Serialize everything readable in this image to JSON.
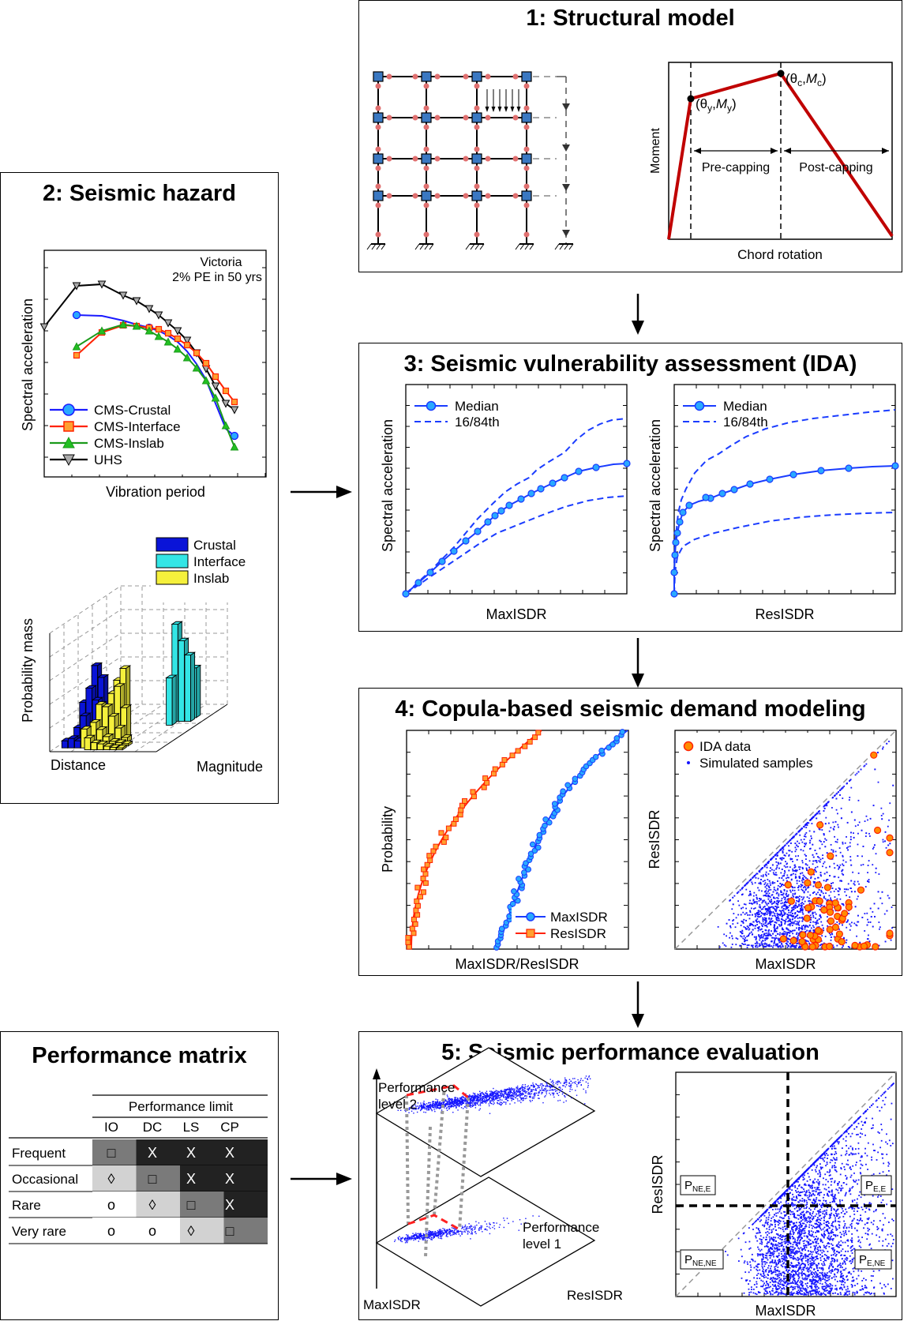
{
  "panel1": {
    "title": "1: Structural model",
    "moment_label": "Moment",
    "rotation_label": "Chord rotation",
    "yield_theta": "θ",
    "yield_theta_sub": "y",
    "yield_M": "M",
    "yield_M_sub": "y",
    "cap_theta": "θ",
    "cap_theta_sub": "c",
    "cap_M": "M",
    "cap_M_sub": "c",
    "pre_capping": "Pre-capping",
    "post_capping": "Post-capping"
  },
  "panel2": {
    "title": "2: Seismic hazard",
    "spectrum_title_1": "Victoria",
    "spectrum_title_2": "2% PE in 50 yrs",
    "ylabel": "Spectral acceleration",
    "xlabel": "Vibration period",
    "legend": [
      "CMS-Crustal",
      "CMS-Interface",
      "CMS-Inslab",
      "UHS"
    ],
    "bar_legend": [
      "Crustal",
      "Interface",
      "Inslab"
    ],
    "bar_zlabel": "Probability mass",
    "bar_xlabel": "Distance",
    "bar_ylabel": "Magnitude"
  },
  "panel3": {
    "title": "3: Seismic vulnerability assessment (IDA)",
    "left_ylabel": "Spectral acceleration",
    "left_xlabel": "MaxISDR",
    "right_ylabel": "Spectral acceleration",
    "right_xlabel": "ResISDR",
    "legend_median": "Median",
    "legend_fractile": "16/84th"
  },
  "panel4": {
    "title": "4: Copula-based seismic demand modeling",
    "left_ylabel": "Probability",
    "left_xlabel": "MaxISDR/ResISDR",
    "legend_max": "MaxISDR",
    "legend_res": "ResISDR",
    "right_ylabel": "ResISDR",
    "right_xlabel": "MaxISDR",
    "legend_ida": "IDA data",
    "legend_sim": "Simulated samples"
  },
  "panel5": {
    "title": "5: Seismic performance evaluation",
    "level2_1": "Performance",
    "level2_2": "level 2",
    "level1_1": "Performance",
    "level1_2": "level 1",
    "axis_max": "MaxISDR",
    "axis_res": "ResISDR",
    "right_ylabel": "ResISDR",
    "right_xlabel": "MaxISDR",
    "p_ne_e": "P",
    "p_ne_e_sub": "NE,E",
    "p_e_e": "P",
    "p_e_e_sub": "E,E",
    "p_ne_ne": "P",
    "p_ne_ne_sub": "NE,NE",
    "p_e_ne": "P",
    "p_e_ne_sub": "E,NE"
  },
  "matrix": {
    "title": "Performance matrix",
    "limit_header": "Performance limit",
    "columns": [
      "IO",
      "DC",
      "LS",
      "CP"
    ],
    "rows": [
      {
        "label": "Frequent",
        "cells": [
          "□",
          "X",
          "X",
          "X"
        ]
      },
      {
        "label": "Occasional",
        "cells": [
          "◊",
          "□",
          "X",
          "X"
        ]
      },
      {
        "label": "Rare",
        "cells": [
          "o",
          "◊",
          "□",
          "X"
        ]
      },
      {
        "label": "Very rare",
        "cells": [
          "o",
          "o",
          "◊",
          "□"
        ]
      }
    ]
  },
  "colors": {
    "crustal": "#1a1aff",
    "interface": "#ff2200",
    "inslab": "#1a9a1a",
    "uhs": "#000000",
    "backbone": "#c00000",
    "bar_crustal": "#0a14d8",
    "bar_interface": "#33e5e5",
    "bar_inslab": "#f5f03c",
    "scatter": "#1515ff",
    "ida_marker": "#ff8c00"
  }
}
